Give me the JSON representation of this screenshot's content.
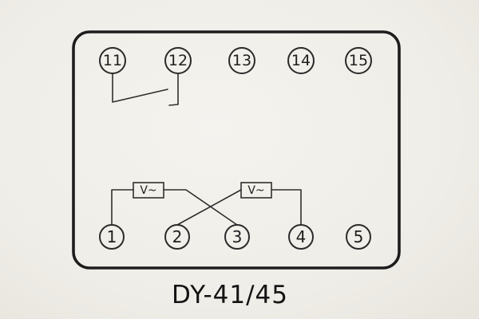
{
  "diagram": {
    "caption": "DY-41/45",
    "terminals": {
      "top": [
        "11",
        "12",
        "13",
        "14",
        "15"
      ],
      "bottom": [
        "1",
        "2",
        "3",
        "4",
        "5"
      ]
    },
    "meters": {
      "left_label": "V~",
      "right_label": "V~"
    }
  }
}
